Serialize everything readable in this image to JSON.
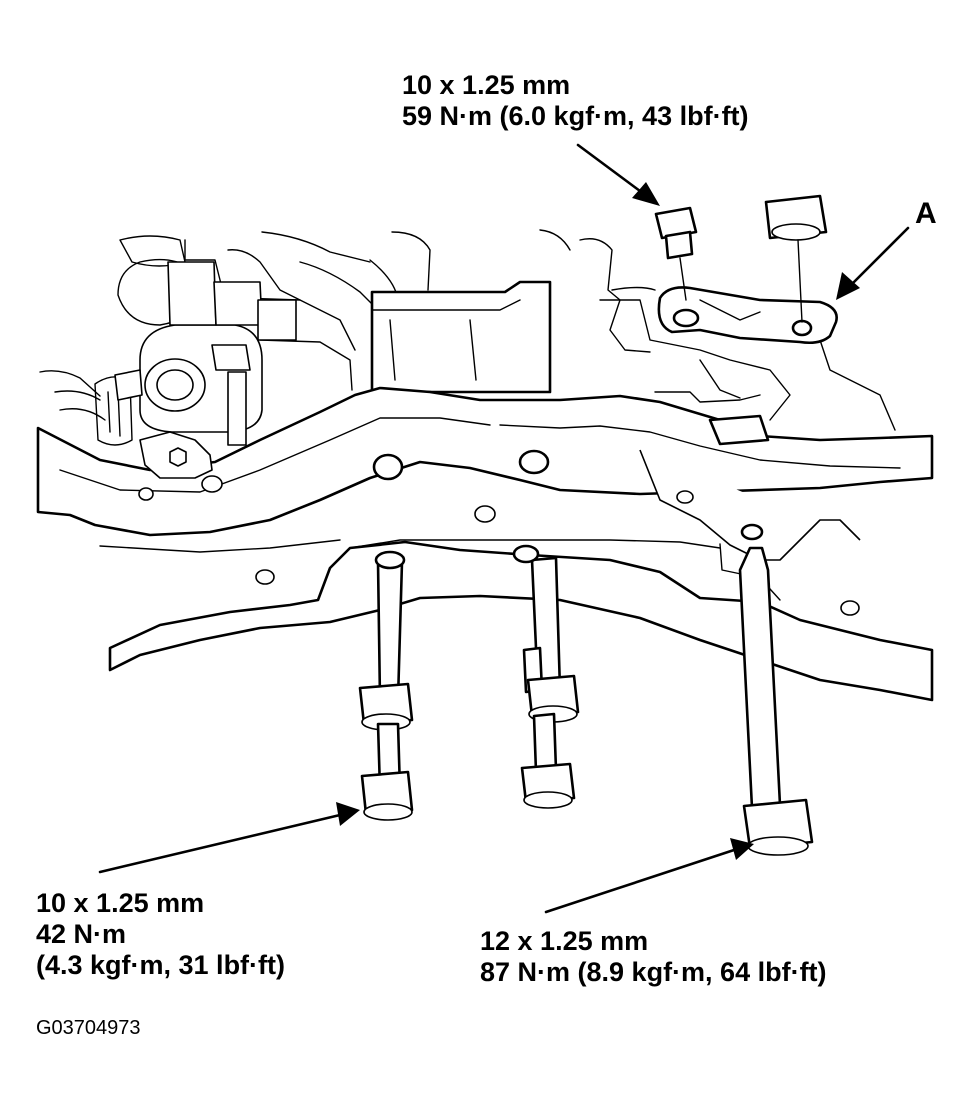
{
  "callouts": {
    "top_bolt": {
      "size": "10 x 1.25 mm",
      "torque": "59 N·m (6.0 kgf·m, 43 lbf·ft)"
    },
    "bottom_left_bolts": {
      "size": "10 x 1.25 mm",
      "torque": "42 N·m",
      "torque_alt": "(4.3 kgf·m, 31 lbf·ft)"
    },
    "bottom_right_bolt": {
      "size": "12 x 1.25 mm",
      "torque": "87 N·m (8.9 kgf·m, 64 lbf·ft)"
    }
  },
  "part_label": "A",
  "figure_id": "G03704973"
}
